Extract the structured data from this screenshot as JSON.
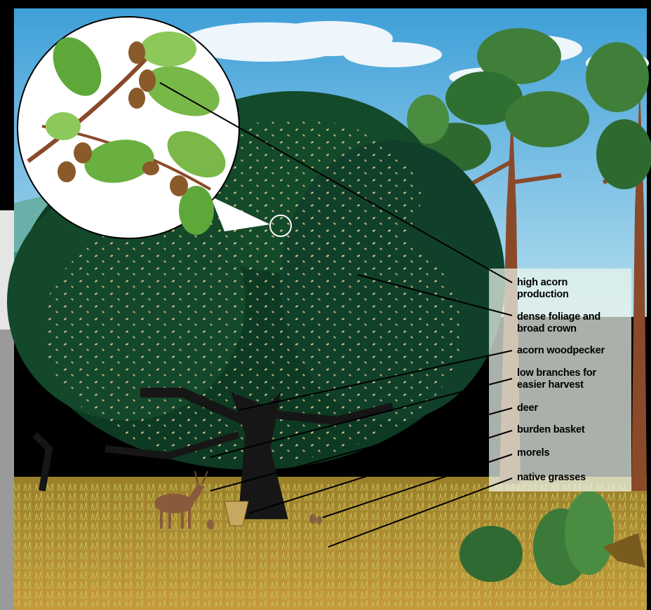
{
  "labels": [
    {
      "key": "high_acorn",
      "text": "high acorn\nproduction"
    },
    {
      "key": "dense_foliage",
      "text": "dense foliage and\nbroad crown"
    },
    {
      "key": "woodpecker",
      "text": "acorn woodpecker"
    },
    {
      "key": "low_branches",
      "text": "low branches for\neasier harvest"
    },
    {
      "key": "deer",
      "text": "deer"
    },
    {
      "key": "basket",
      "text": "burden basket"
    },
    {
      "key": "morels",
      "text": "morels"
    },
    {
      "key": "grasses",
      "text": "native grasses"
    }
  ],
  "colors": {
    "sky": "#7fc4e8",
    "foliage_dark": "#0d3a22",
    "foliage_mid": "#1f5a34",
    "ground": "#b0862c",
    "trunk": "#161616",
    "pine_trunk": "#8a4a2a",
    "leader_line": "#000000"
  }
}
